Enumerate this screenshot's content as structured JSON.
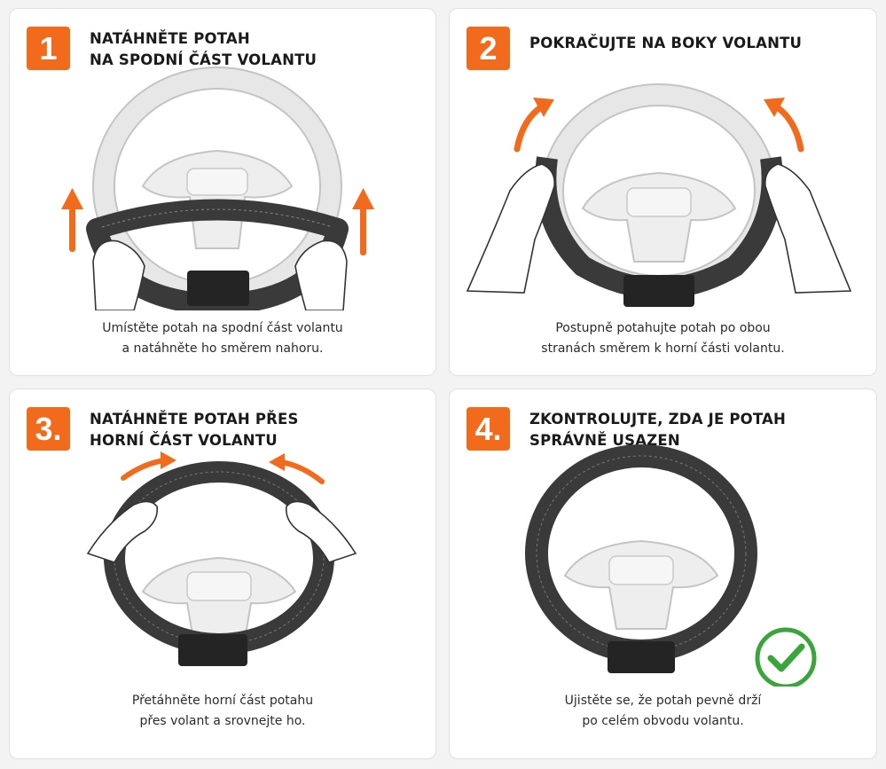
{
  "steps": [
    {
      "number": "1",
      "title": "NATÁHNĚTE POTAH\nNA SPODNÍ ČÁST VOLANTU",
      "caption": "Umístěte potah na spodní část volantu\na natáhněte ho směrem nahoru."
    },
    {
      "number": "2",
      "title": "POKRAČUJTE NA BOKY VOLANTU",
      "caption": "Postupně potahujte potah po obou\nstranách směrem k horní části volantu."
    },
    {
      "number": "3.",
      "title": "NATÁHNĚTE POTAH PŘES\nHORNÍ ČÁST VOLANTU",
      "caption": "Přetáhněte horní část potahu\npřes volant a srovnejte ho."
    },
    {
      "number": "4.",
      "title": "ZKONTROLUJTE, ZDA JE POTAH\nSPRÁVNĚ USAZEN",
      "caption": "Ujistěte se, že potah pevně drží\npo celém obvodu volantu."
    }
  ],
  "icons": {
    "arrow": "up-arrow-icon",
    "check": "check-circle-icon"
  },
  "colors": {
    "accent": "#f26a1b",
    "cover": "#3a3a3a",
    "cover_grip": "#262626",
    "wheel_outline": "#bdbdbd",
    "wheel_fill": "#e6e6e6",
    "check": "#3aa53a"
  }
}
